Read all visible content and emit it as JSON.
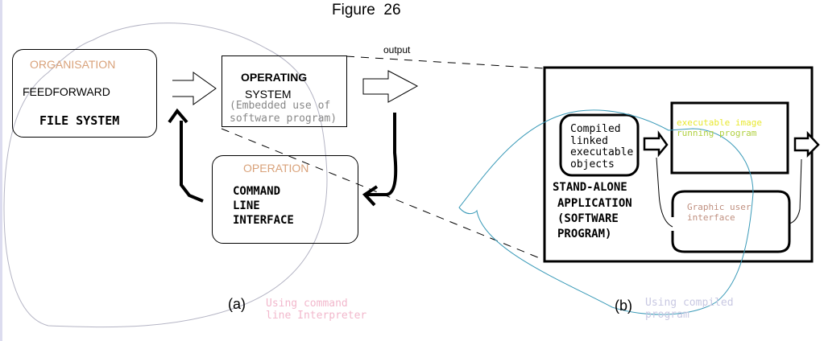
{
  "figure_title": "Figure  26",
  "panel_a": {
    "label": "(a)",
    "caption_line1": "Using command",
    "caption_line2": "line Interpreter",
    "organisation_box": {
      "title": "ORGANISATION",
      "line1": "FEEDFORWARD",
      "line2": "FILE SYSTEM"
    },
    "os_box": {
      "line1": "OPERATING",
      "line2": "SYSTEM",
      "line3": "(Embedded use of",
      "line4": "software program)"
    },
    "operation_box": {
      "title": "OPERATION",
      "line1": "COMMAND",
      "line2": "LINE",
      "line3": "INTERFACE"
    },
    "output_label": "output"
  },
  "panel_b": {
    "label": "(b)",
    "caption_line1": "Using compiled",
    "caption_line2": "program",
    "compiled_box": {
      "line1": "Compiled",
      "line2": "linked",
      "line3": "executable",
      "line4": "objects"
    },
    "image_box": {
      "line1": "executable image",
      "line2": "running program"
    },
    "gui_box": {
      "line1": "Graphic user",
      "line2": "interface"
    },
    "app_label": {
      "line1": "STAND-ALONE",
      "line2": "APPLICATION",
      "line3": "(SOFTWARE",
      "line4": "PROGRAM)"
    }
  },
  "colors": {
    "orange_label": "#d9a27a",
    "pink_caption": "#f2b8cc",
    "lavender_caption": "#c8c8e2",
    "yellow_text": "#e8e830",
    "green_text": "#b0d040",
    "gui_text": "#c09080",
    "blue_curve": "#3a9ab8",
    "grey_curve": "#b4b4c4"
  }
}
